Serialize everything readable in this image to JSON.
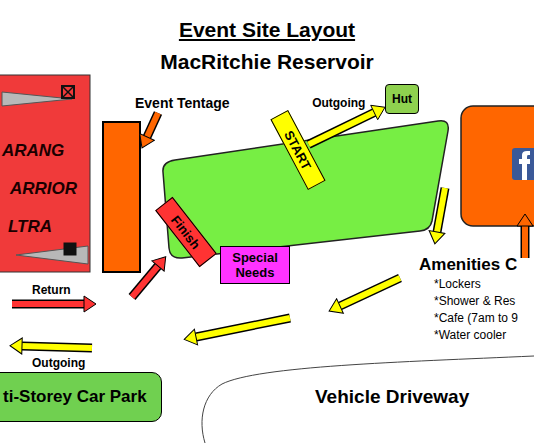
{
  "diagram": {
    "title": "Event Site Layout",
    "nodes": [
      {
        "text": [
          "ARANG",
          "ARRIOR",
          "LTRA"
        ]
      },
      {
        "text": [
          "START"
        ]
      },
      {
        "text": [
          "Hut"
        ]
      },
      {
        "text": [
          "Finish"
        ]
      },
      {
        "text": [
          "Special Needs"
        ]
      },
      {
        "text": [
          "ti-Storey Car Park"
        ]
      }
    ],
    "edges": [
      {
        "from": 1,
        "to": 2,
        "arrow": "to",
        "label": "Outgoing"
      }
    ],
    "labels": [
      "MacRitchie Reservoir",
      "Event Tentage",
      "Return",
      "Outgoing",
      "Amenities C",
      "*Lockers",
      "*Shower & Res",
      "*Cafe (7am to 9",
      "*Water cooler",
      "Vehicle Driveway"
    ]
  }
}
